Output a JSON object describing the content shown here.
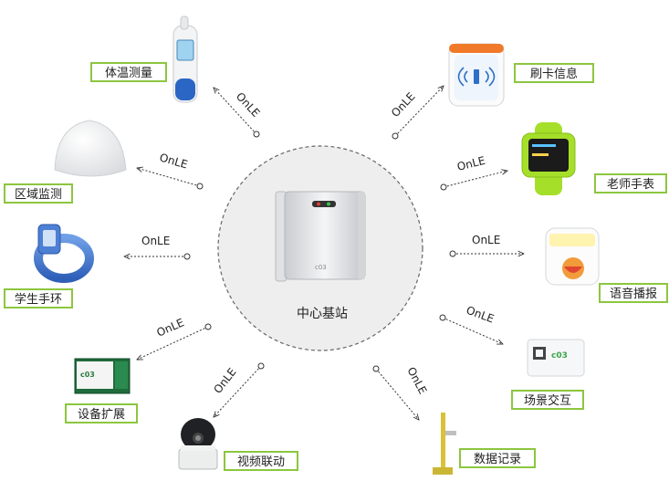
{
  "center": {
    "label": "中心基站"
  },
  "link_label": "OnLE",
  "devices": {
    "temperature": "体温测量",
    "area": "区域监测",
    "student_band": "学生手环",
    "extension": "设备扩展",
    "video": "视频联动",
    "data_record": "数据记录",
    "interaction": "场景交互",
    "voice": "语音播报",
    "teacher_watch": "老师手表",
    "card": "刷卡信息"
  }
}
